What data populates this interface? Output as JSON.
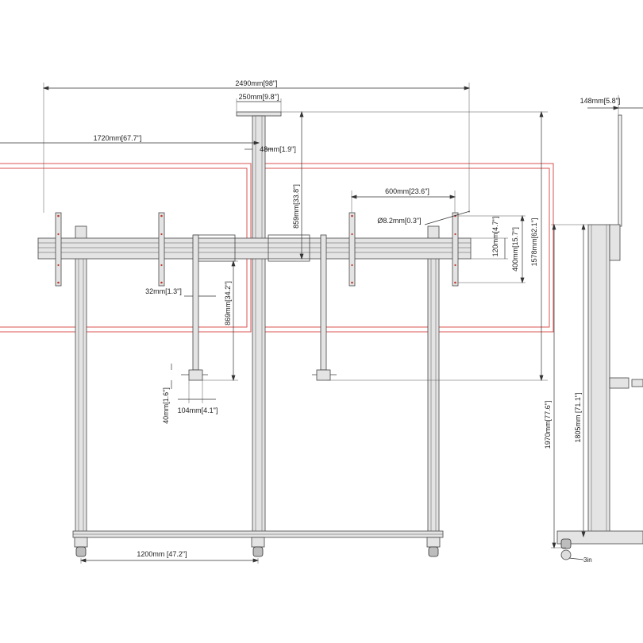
{
  "dimensions": {
    "overall_width": "2490mm[98\"]",
    "center_column": "250mm[9.8\"]",
    "half_span": "1720mm[67.7\"]",
    "column_width": "48mm[1.9\"]",
    "column_to_rail": "859mm[33.8\"]",
    "vesa_600": "600mm[23.6\"]",
    "hole_dia": "Ø8.2mm[0.3\"]",
    "vesa_120": "120mm[4.7\"]",
    "vesa_400": "400mm[15.7\"]",
    "total_height_1578": "1578mm[62.1\"]",
    "bracket_32": "32mm[1.3\"]",
    "arm_869": "869mm[34.2\"]",
    "foot_40": "40mm[1.6\"]",
    "foot_104": "104mm[4.1\"]",
    "base_1200": "1200mm [47.2\"]",
    "height_1970": "1970mm[77.6\"]",
    "height_1805": "1805mm [71.1\"]",
    "depth_148": "148mm[5.8\"]",
    "caster": "3in"
  },
  "colors": {
    "screen_outline": "#d9534f",
    "line": "#333333",
    "part_fill": "#e4e4e4"
  }
}
